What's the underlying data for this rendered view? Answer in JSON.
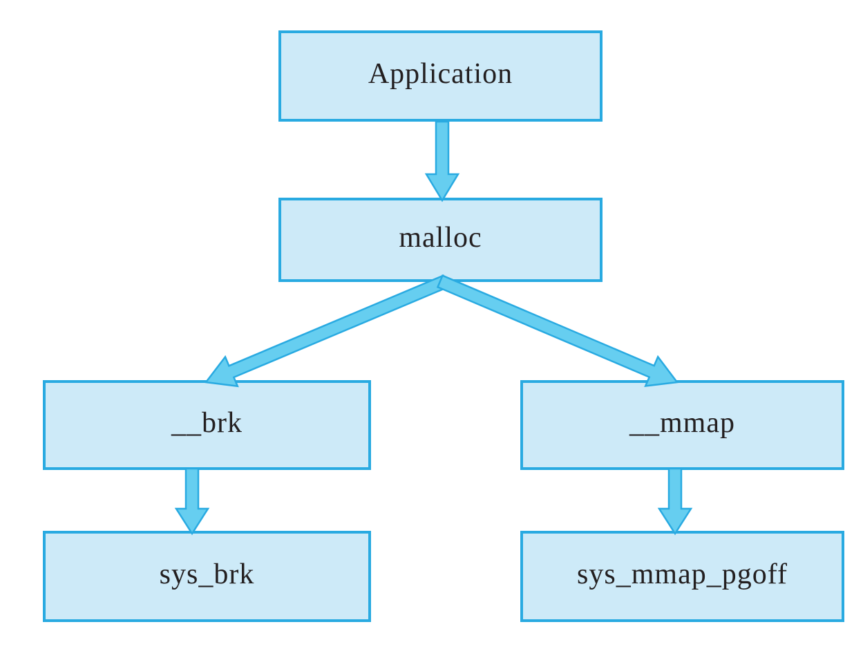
{
  "diagram": {
    "nodes": [
      {
        "id": "application",
        "label": "Application"
      },
      {
        "id": "malloc",
        "label": "malloc"
      },
      {
        "id": "brk",
        "label": "__brk"
      },
      {
        "id": "mmap",
        "label": "__mmap"
      },
      {
        "id": "sys-brk",
        "label": "sys_brk"
      },
      {
        "id": "sys-mmap-pgoff",
        "label": "sys_mmap_pgoff"
      }
    ],
    "edges": [
      {
        "from": "Application",
        "to": "malloc"
      },
      {
        "from": "malloc",
        "to": "__brk"
      },
      {
        "from": "malloc",
        "to": "__mmap"
      },
      {
        "from": "__brk",
        "to": "sys_brk"
      },
      {
        "from": "__mmap",
        "to": "sys_mmap_pgoff"
      }
    ],
    "colors": {
      "background": "#ffffff",
      "node_fill": "#cdeaf8",
      "node_border": "#29aae1",
      "arrow_fill": "#66cef0",
      "arrow_border": "#29aae1",
      "text": "#231f20"
    }
  }
}
